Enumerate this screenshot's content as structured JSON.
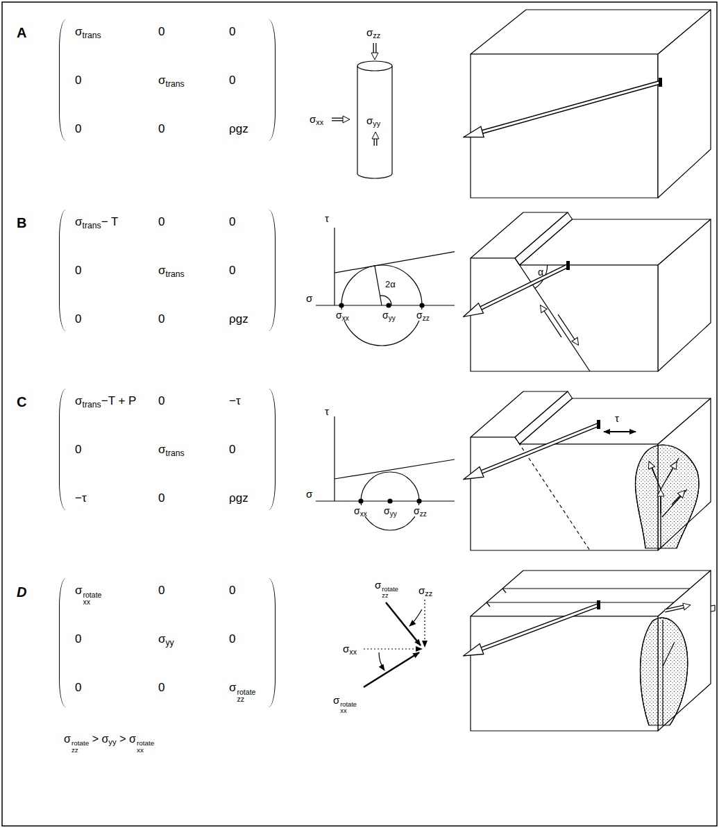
{
  "diagram": {
    "nodes": [
      {
        "text": [
          "σtrans",
          "0",
          "0",
          "0",
          "σtrans",
          "0",
          "0",
          "0",
          "ρgz"
        ]
      },
      {
        "text": [
          "σtrans− T",
          "0",
          "0",
          "0",
          "σtrans",
          "0",
          "0",
          "0",
          "ρgz"
        ]
      },
      {
        "text": [
          "σtrans−T + P",
          "0",
          "−τ",
          "0",
          "σtrans",
          "0",
          "−τ",
          "0",
          "ρgz"
        ]
      },
      {
        "text": [
          "σxx rotate",
          "0",
          "0",
          "0",
          "σyy",
          "0",
          "0",
          "0",
          "σzz rotate"
        ]
      }
    ],
    "labels": [
      "A",
      "σzz",
      "σxx",
      "σyy",
      "B",
      "τ",
      "σ",
      "2α",
      "σxx",
      "σyy",
      "σzz",
      "α",
      "C",
      "τ",
      "σ",
      "σxx",
      "σyy",
      "σzz",
      "τ",
      "D",
      "σzz rotate",
      "σzz",
      "σxx",
      "σxx rotate",
      "σzz rotate > σyy > σxx rotate"
    ]
  }
}
